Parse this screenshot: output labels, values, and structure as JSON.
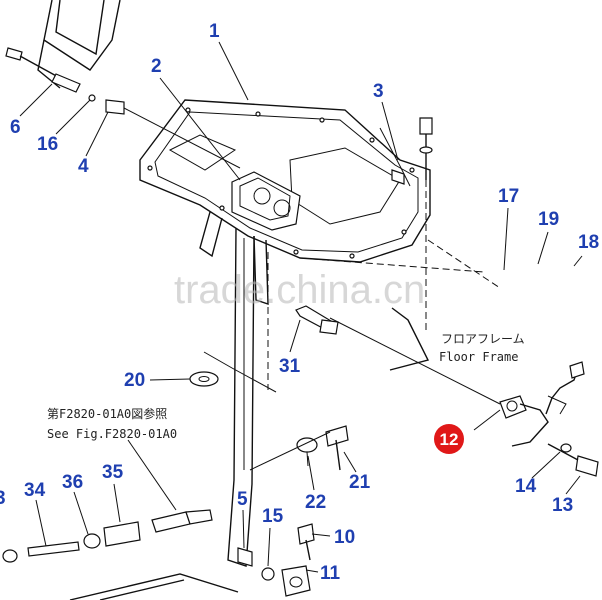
{
  "diagram": {
    "part_numbers": [
      "1",
      "2",
      "3",
      "4",
      "6",
      "16",
      "17",
      "19",
      "18",
      "20",
      "31",
      "12",
      "14",
      "13",
      "21",
      "22",
      "5",
      "15",
      "10",
      "11",
      "34",
      "36",
      "35"
    ],
    "highlighted_part": "12",
    "partial_part": "3",
    "note_floor_jp": "フロアフレーム",
    "note_floor_en": "Floor Frame",
    "note_ref_jp": "第F2820-01A0図参照",
    "note_ref_en": "See Fig.F2820-01A0",
    "watermark": "trade.china.cn",
    "colors": {
      "label": "#1f3fb0",
      "highlight": "#e01818",
      "line": "#111111"
    }
  }
}
